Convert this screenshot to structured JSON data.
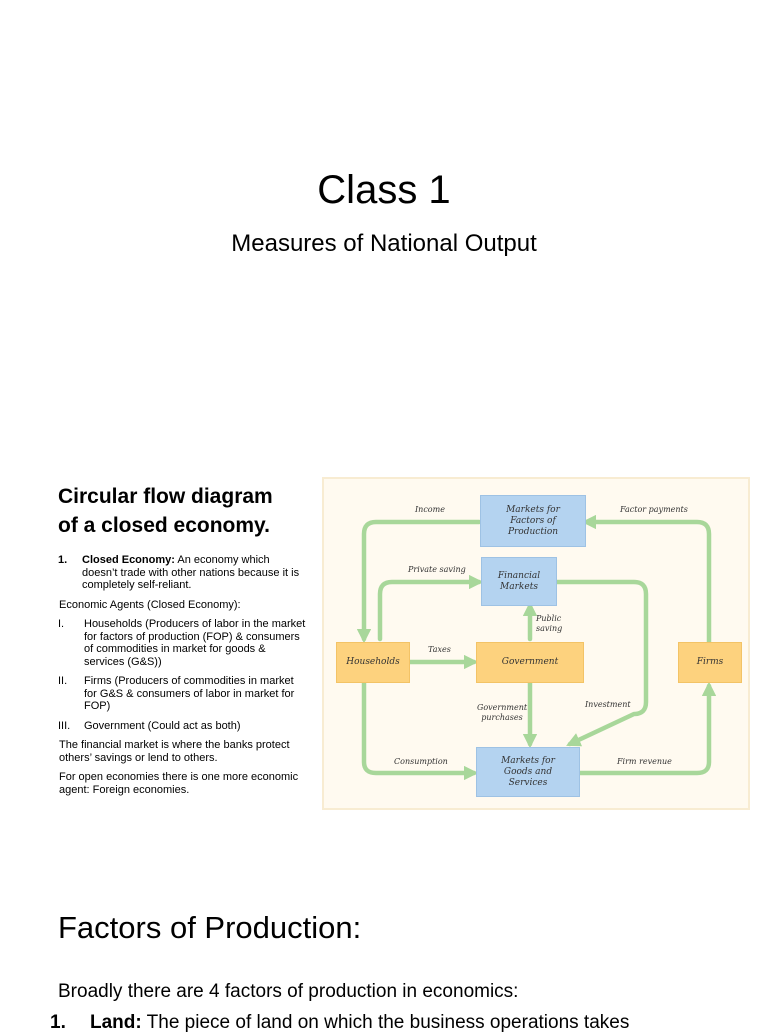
{
  "slide": {
    "title": "Class 1",
    "subtitle": "Measures of National Output"
  },
  "circular_flow": {
    "heading_line1": "Circular flow diagram",
    "heading_line2": "of a closed economy.",
    "closed_economy": {
      "number": "1.",
      "term": "Closed Economy:",
      "definition": " An economy which doesn’t trade with other nations because it is completely self-reliant."
    },
    "agents_intro": "Economic Agents (Closed Economy):",
    "agents": [
      {
        "numeral": "I.",
        "text": "Households (Producers of labor in the market for factors of production (FOP) & consumers of commodities in market for goods & services (G&S))"
      },
      {
        "numeral": "II.",
        "text": "Firms (Producers of commodities in market for G&S & consumers of labor in market for FOP)"
      },
      {
        "numeral": "III.",
        "text": "Government (Could act as both)"
      }
    ],
    "financial_note": "The financial market is where the banks protect others’ savings or lend to others.",
    "open_note": "For open economies there is one more economic agent: Foreign economies."
  },
  "diagram": {
    "boxes": {
      "factor_markets": "Markets for Factors of Production",
      "financial_markets": "Financial Markets",
      "households": "Households",
      "government": "Government",
      "firms": "Firms",
      "goods_markets": "Markets for Goods and Services"
    },
    "labels": {
      "income": "Income",
      "factor_payments": "Factor payments",
      "private_saving": "Private saving",
      "public_saving": "Public saving",
      "taxes": "Taxes",
      "government_purchases": "Government purchases",
      "investment": "Investment",
      "consumption": "Consumption",
      "firm_revenue": "Firm revenue"
    },
    "colors": {
      "arrow": "#a8d79a",
      "blue_box": "#b4d3f0",
      "orange_box": "#fdd27e",
      "background": "#fffaf0"
    }
  },
  "factors": {
    "title": "Factors of Production:",
    "intro": "Broadly there are 4 factors of production in economics:",
    "item_number": "1.",
    "item_term": "Land:",
    "item_text": " The piece of land on which the business operations takes"
  }
}
